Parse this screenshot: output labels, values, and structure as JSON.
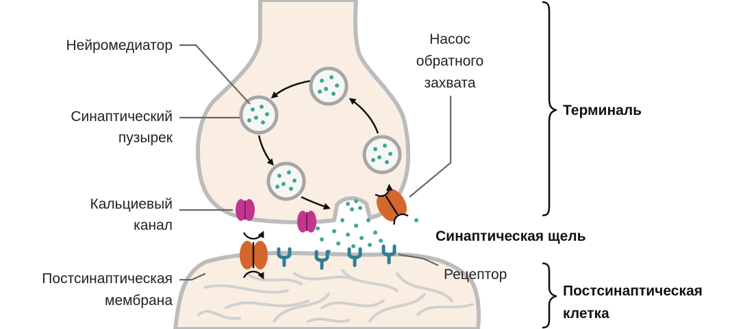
{
  "diagram": {
    "labels": {
      "neurotransmitter": "Нейромедиатор",
      "vesicle_line1": "Синаптический",
      "vesicle_line2": "пузырек",
      "calcium_line1": "Кальциевый",
      "calcium_line2": "канал",
      "postmembrane_line1": "Постсинаптическая",
      "postmembrane_line2": "мембрана",
      "pump_line1": "Насос",
      "pump_line2": "обратного",
      "pump_line3": "захвата",
      "receptor": "Рецептор"
    },
    "regions": {
      "terminal": "Терминаль",
      "cleft": "Синаптическая щель",
      "postcell_line1": "Постсинаптическая",
      "postcell_line2": "клетка"
    },
    "colors": {
      "cytoplasm": "#faeee3",
      "membrane": "#bcbcbc",
      "neurotransmitter": "#3ea79a",
      "calcium_channel": "#c2358f",
      "reuptake_pump": "#d4672c",
      "receptor": "#2f7e93",
      "postcell_fibers": "#d0d0d0"
    }
  }
}
